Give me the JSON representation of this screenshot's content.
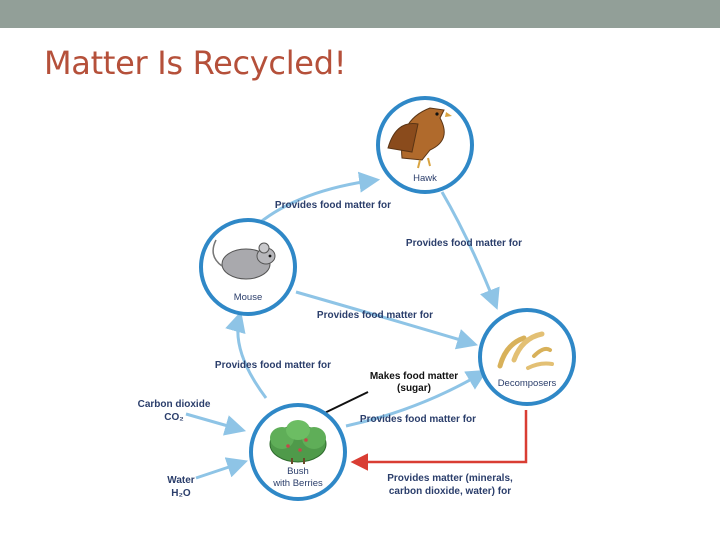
{
  "slide": {
    "title": "Matter Is Recycled!"
  },
  "nodes": {
    "hawk": {
      "label": "Hawk"
    },
    "mouse": {
      "label": "Mouse"
    },
    "decomposers": {
      "label": "Decomposers"
    },
    "bush": {
      "label_line1": "Bush",
      "label_line2": "with Berries"
    }
  },
  "inputs": {
    "carbon_dioxide": {
      "name": "Carbon dioxide",
      "formula": "CO₂"
    },
    "water": {
      "name": "Water",
      "formula": "H₂O"
    }
  },
  "arrows": {
    "mouse_to_hawk": "Provides food matter for",
    "hawk_to_decomposers": "Provides food matter for",
    "mouse_to_decomposers": "Provides food matter for",
    "bush_to_mouse": "Provides food matter for",
    "bush_to_decomposers": "Provides food matter for",
    "makes_food_line1": "Makes food matter",
    "makes_food_line2": "(sugar)",
    "decomposers_to_bush_line1": "Provides matter (minerals,",
    "decomposers_to_bush_line2": "carbon dioxide, water) for"
  },
  "colors": {
    "title": "#b5503a",
    "top_band": "#929f98",
    "circle_ring": "#2f88c7",
    "arrow_blue": "#8ec4e6",
    "arrow_red": "#d93d33",
    "label_navy": "#2b3e6b"
  },
  "icons": [
    "hawk-icon",
    "mouse-icon",
    "decomposers-icon",
    "bush-icon"
  ]
}
